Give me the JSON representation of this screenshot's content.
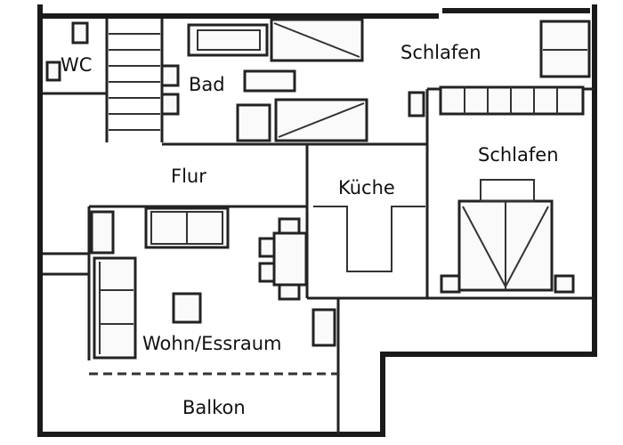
{
  "rooms": {
    "wc": "WC",
    "bad": "Bad",
    "schlafen_top": "Schlafen",
    "schlafen_right": "Schlafen",
    "flur": "Flur",
    "kueche": "Küche",
    "wohn": "Wohn/Essraum",
    "balkon": "Balkon"
  }
}
